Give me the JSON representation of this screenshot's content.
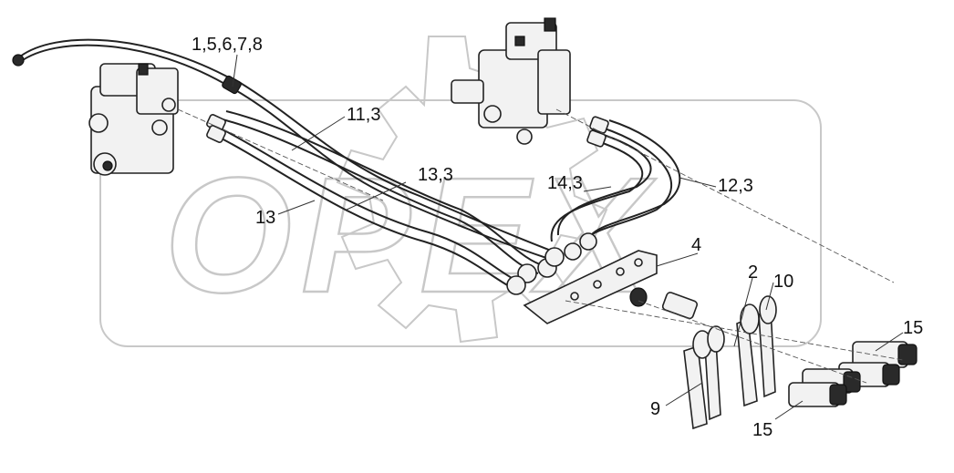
{
  "watermark": {
    "text": "OPEX"
  },
  "callouts": [
    {
      "id": "c-15678",
      "text": "1,5,6,7,8"
    },
    {
      "id": "c-113",
      "text": "11,3"
    },
    {
      "id": "c-133",
      "text": "13,3"
    },
    {
      "id": "c-13",
      "text": "13"
    },
    {
      "id": "c-143",
      "text": "14,3"
    },
    {
      "id": "c-123",
      "text": "12,3"
    },
    {
      "id": "c-4",
      "text": "4"
    },
    {
      "id": "c-2",
      "text": "2"
    },
    {
      "id": "c-10",
      "text": "10"
    },
    {
      "id": "c-15a",
      "text": "15"
    },
    {
      "id": "c-9",
      "text": "9"
    },
    {
      "id": "c-15b",
      "text": "15"
    }
  ]
}
